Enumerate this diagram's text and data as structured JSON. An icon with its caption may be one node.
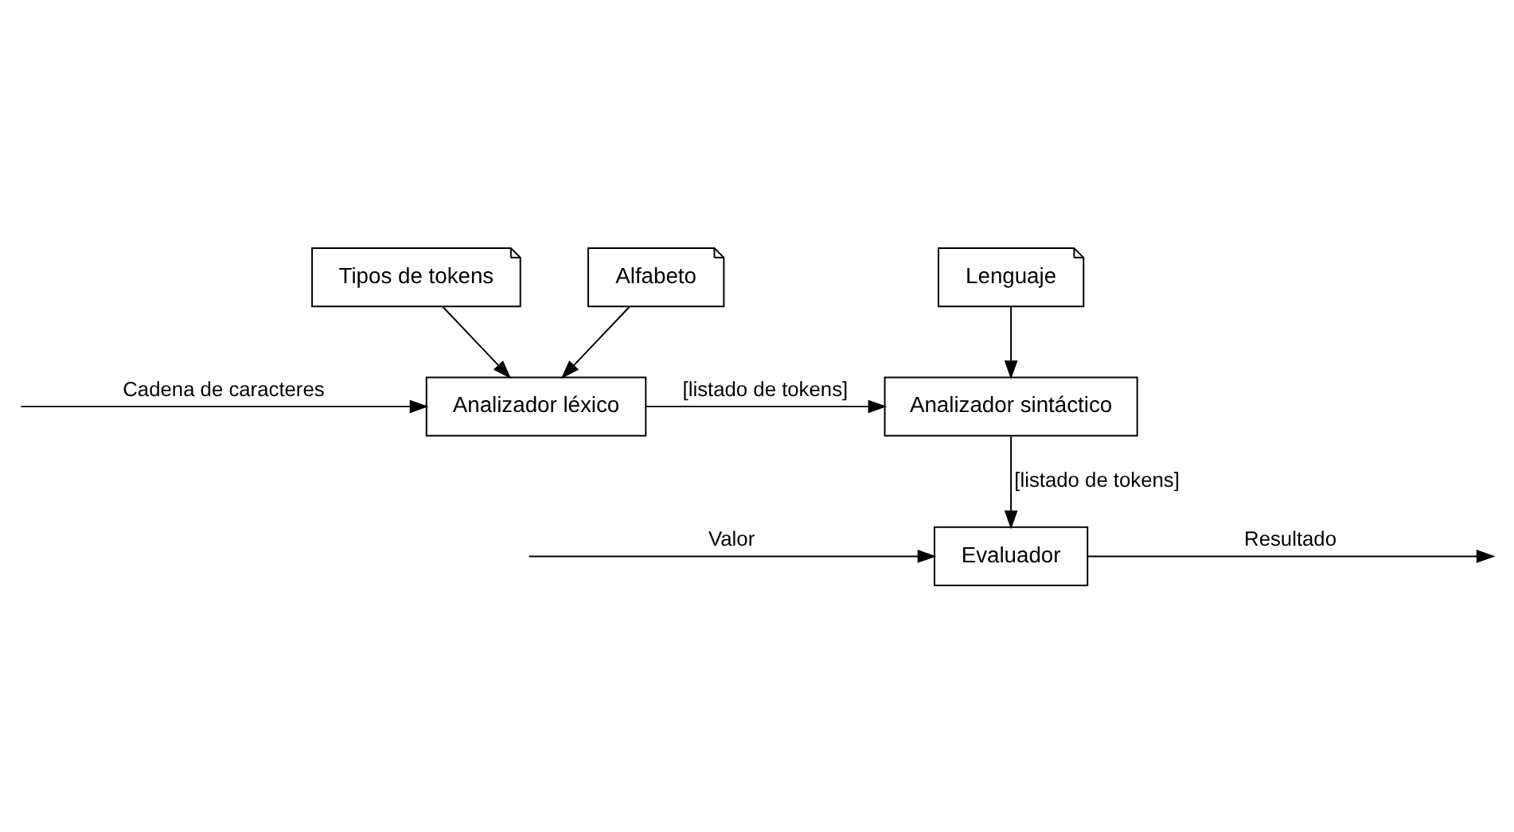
{
  "diagram": {
    "nodes": [
      {
        "text": [
          "Tipos de tokens"
        ]
      },
      {
        "text": [
          "Alfabeto"
        ]
      },
      {
        "text": [
          "Lenguaje"
        ]
      },
      {
        "text": [
          "Analizador léxico"
        ]
      },
      {
        "text": [
          "Analizador sintáctico"
        ]
      },
      {
        "text": [
          "Evaluador"
        ]
      }
    ],
    "edges": [
      {
        "from": 0,
        "to": 3,
        "arrow": "to"
      },
      {
        "from": 1,
        "to": 3,
        "arrow": "to"
      },
      {
        "from": null,
        "to": 3,
        "arrow": "to",
        "label": "Cadena de caracteres"
      },
      {
        "from": 3,
        "to": 4,
        "arrow": "to",
        "label": "[listado de tokens]"
      },
      {
        "from": 2,
        "to": 4,
        "arrow": "to"
      },
      {
        "from": 4,
        "to": 5,
        "arrow": "to",
        "label": "[listado de tokens]"
      },
      {
        "from": null,
        "to": 5,
        "arrow": "to",
        "label": "Valor"
      },
      {
        "from": 5,
        "to": null,
        "arrow": "to",
        "label": "Resultado"
      }
    ]
  }
}
